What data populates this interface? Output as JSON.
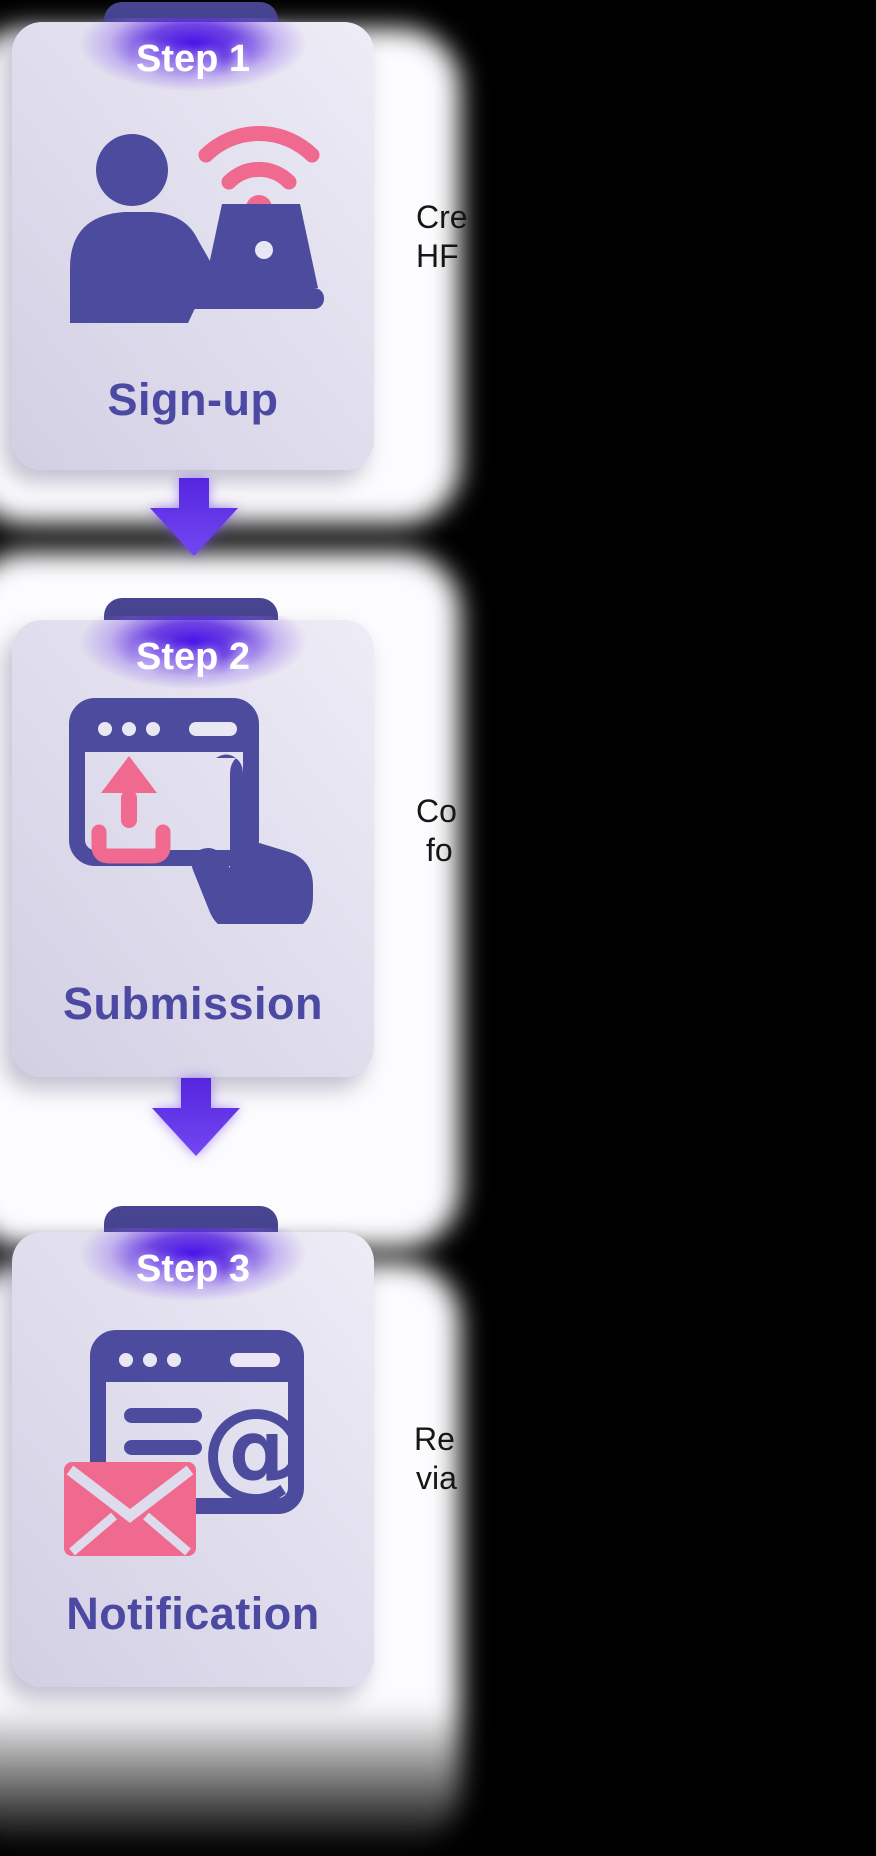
{
  "colors": {
    "background": "#000000",
    "panel_white": "#fcfbfd",
    "card_gradient_dark": "#d2cfe4",
    "card_gradient_light": "#eeecf6",
    "tab_indigo": "#47458f",
    "icon_indigo": "#4d4b9e",
    "icon_pink": "#ef6a8e",
    "icon_light": "#e9e7f3",
    "envelope_gap": "#dedbed",
    "glow_violet": "#4712e8",
    "arrow_violet_dark": "#5526df",
    "arrow_violet_light": "#7347f2",
    "title_indigo": "#4b49a1",
    "badge_text": "#ffffff",
    "description_text": "#161616"
  },
  "steps": [
    {
      "badge_label": "Step 1",
      "title": "Sign-up",
      "icon": "person-laptop-wifi-icon",
      "description_lines": [
        "Cre",
        "HF"
      ]
    },
    {
      "badge_label": "Step 2",
      "title": "Submission",
      "icon": "browser-upload-click-icon",
      "description_lines": [
        "Co",
        "fo"
      ]
    },
    {
      "badge_label": "Step 3",
      "title": "Notification",
      "icon": "browser-email-at-envelope-icon",
      "description_lines": [
        "Re",
        "via"
      ]
    }
  ]
}
